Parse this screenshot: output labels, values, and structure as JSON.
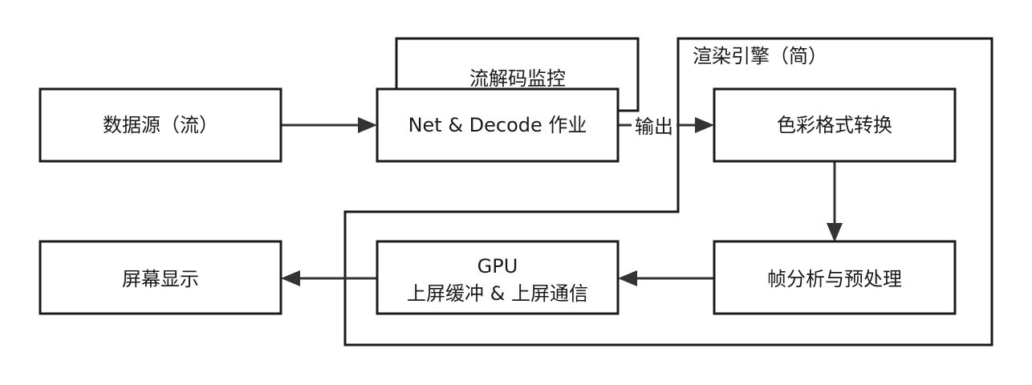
{
  "diagram": {
    "group_label": "渲染引擎（简）",
    "monitor_label": "流解码监控",
    "edge_output_label": "输出",
    "nodes": {
      "source": "数据源（流）",
      "decode": "Net & Decode 作业",
      "convert": "色彩格式转换",
      "analyze": "帧分析与预处理",
      "gpu_line1": "GPU",
      "gpu_line2": "上屏缓冲 & 上屏通信",
      "display": "屏幕显示"
    }
  }
}
